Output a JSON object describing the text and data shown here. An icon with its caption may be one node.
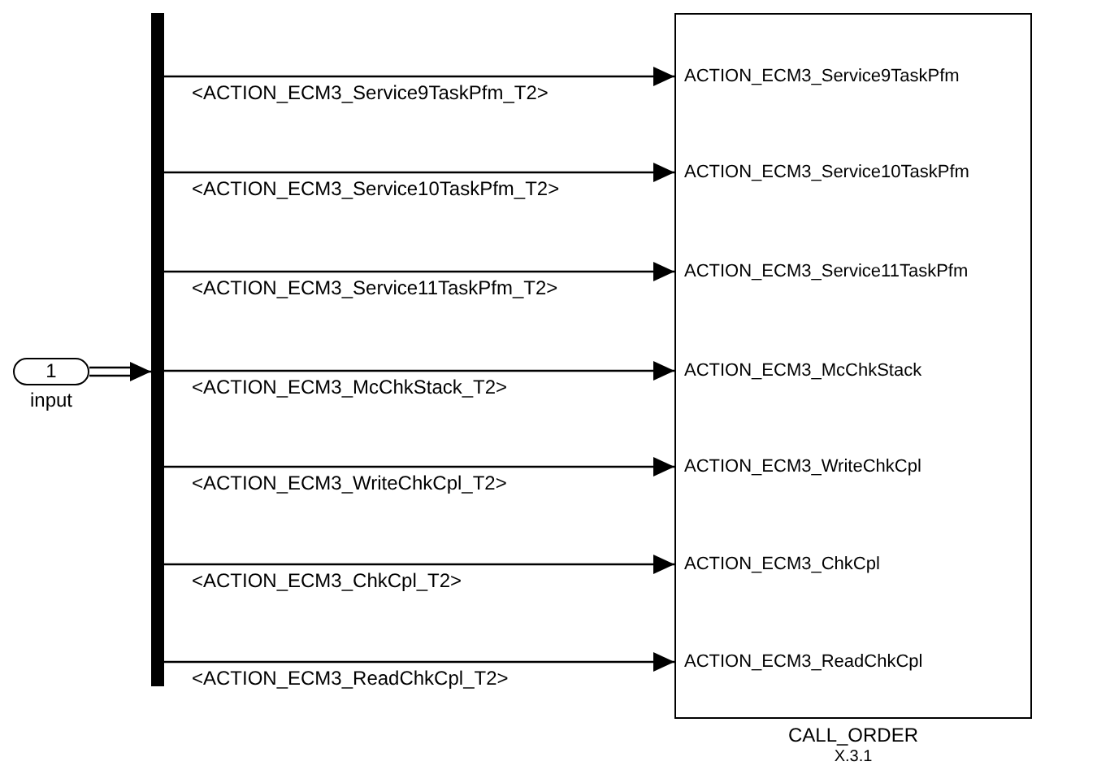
{
  "diagram": {
    "nodes": [
      {
        "text": [
          "1"
        ],
        "beside": [
          "input"
        ]
      },
      {
        "text": [],
        "shape": "bar"
      },
      {
        "text": [
          "ACTION_ECM3_Service9TaskPfm",
          "ACTION_ECM3_Service10TaskPfm",
          "ACTION_ECM3_Service11TaskPfm",
          "ACTION_ECM3_McChkStack",
          "ACTION_ECM3_WriteChkCpl",
          "ACTION_ECM3_ChkCpl",
          "ACTION_ECM3_ReadChkCpl"
        ],
        "beside": [
          "CALL_ORDER",
          "X.3.1"
        ]
      }
    ],
    "edges": [
      {
        "from": 0,
        "to": 1,
        "arrow": "to"
      },
      {
        "from": 1,
        "to": 2,
        "arrow": "to",
        "label": "<ACTION_ECM3_Service9TaskPfm_T2>"
      },
      {
        "from": 1,
        "to": 2,
        "arrow": "to",
        "label": "<ACTION_ECM3_Service10TaskPfm_T2>"
      },
      {
        "from": 1,
        "to": 2,
        "arrow": "to",
        "label": "<ACTION_ECM3_Service11TaskPfm_T2>"
      },
      {
        "from": 1,
        "to": 2,
        "arrow": "to",
        "label": "<ACTION_ECM3_McChkStack_T2>"
      },
      {
        "from": 1,
        "to": 2,
        "arrow": "to",
        "label": "<ACTION_ECM3_WriteChkCpl_T2>"
      },
      {
        "from": 1,
        "to": 2,
        "arrow": "to",
        "label": "<ACTION_ECM3_ChkCpl_T2>"
      },
      {
        "from": 1,
        "to": 2,
        "arrow": "to",
        "label": "<ACTION_ECM3_ReadChkCpl_T2>"
      }
    ]
  }
}
